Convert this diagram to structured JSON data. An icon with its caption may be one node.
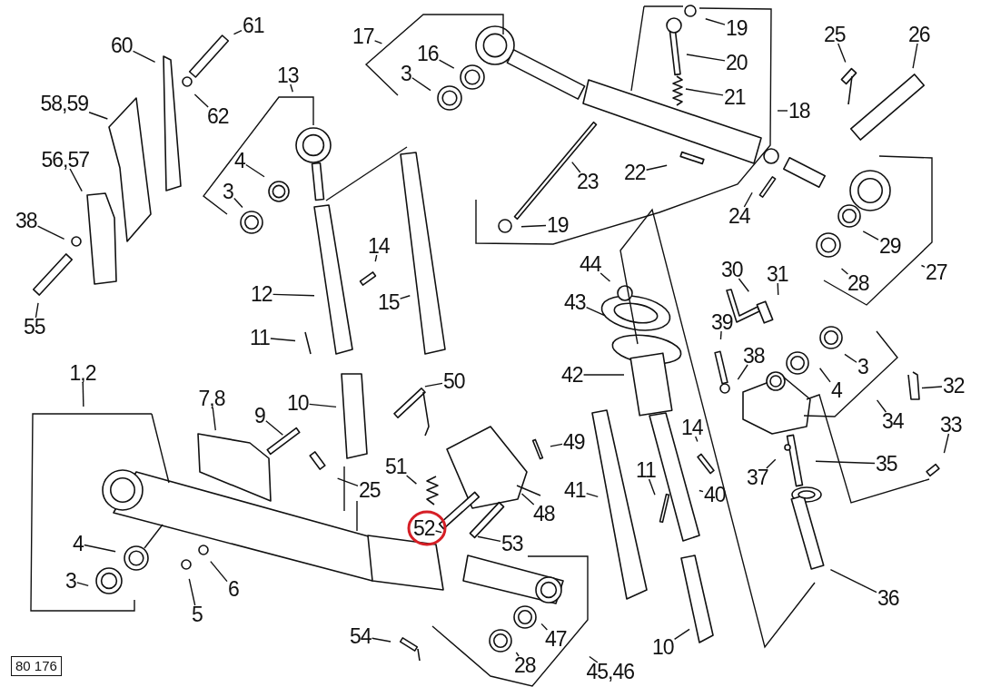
{
  "diagram": {
    "nodes": [
      {
        "text": [
          "61"
        ]
      },
      {
        "text": [
          "19"
        ]
      },
      {
        "text": [
          "25"
        ]
      },
      {
        "text": [
          "26"
        ]
      },
      {
        "text": [
          "17"
        ]
      },
      {
        "text": [
          "60"
        ]
      },
      {
        "text": [
          "16"
        ]
      },
      {
        "text": [
          "20"
        ]
      },
      {
        "text": [
          "3"
        ]
      },
      {
        "text": [
          "13"
        ]
      },
      {
        "text": [
          "21"
        ]
      },
      {
        "text": [
          "58,59"
        ]
      },
      {
        "text": [
          "18"
        ]
      },
      {
        "text": [
          "62"
        ]
      },
      {
        "text": [
          "56,57"
        ]
      },
      {
        "text": [
          "4"
        ]
      },
      {
        "text": [
          "22"
        ]
      },
      {
        "text": [
          "23"
        ]
      },
      {
        "text": [
          "3"
        ]
      },
      {
        "text": [
          "24"
        ]
      },
      {
        "text": [
          "38"
        ]
      },
      {
        "text": [
          "19"
        ]
      },
      {
        "text": [
          "29"
        ]
      },
      {
        "text": [
          "14"
        ]
      },
      {
        "text": [
          "44"
        ]
      },
      {
        "text": [
          "30"
        ]
      },
      {
        "text": [
          "27"
        ]
      },
      {
        "text": [
          "31"
        ]
      },
      {
        "text": [
          "28"
        ]
      },
      {
        "text": [
          "12"
        ]
      },
      {
        "text": [
          "15"
        ]
      },
      {
        "text": [
          "43"
        ]
      },
      {
        "text": [
          "39"
        ]
      },
      {
        "text": [
          "55"
        ]
      },
      {
        "text": [
          "11"
        ]
      },
      {
        "text": [
          "38"
        ]
      },
      {
        "text": [
          "3"
        ]
      },
      {
        "text": [
          "1,2"
        ]
      },
      {
        "text": [
          "42"
        ]
      },
      {
        "text": [
          "50"
        ]
      },
      {
        "text": [
          "32"
        ]
      },
      {
        "text": [
          "4"
        ]
      },
      {
        "text": [
          "7,8"
        ]
      },
      {
        "text": [
          "10"
        ]
      },
      {
        "text": [
          "9"
        ]
      },
      {
        "text": [
          "34"
        ]
      },
      {
        "text": [
          "33"
        ]
      },
      {
        "text": [
          "14"
        ]
      },
      {
        "text": [
          "49"
        ]
      },
      {
        "text": [
          "35"
        ]
      },
      {
        "text": [
          "51"
        ]
      },
      {
        "text": [
          "11"
        ]
      },
      {
        "text": [
          "37"
        ]
      },
      {
        "text": [
          "25"
        ]
      },
      {
        "text": [
          "41"
        ]
      },
      {
        "text": [
          "40"
        ]
      },
      {
        "text": [
          "48"
        ]
      },
      {
        "text": [
          "52"
        ]
      },
      {
        "text": [
          "53"
        ]
      },
      {
        "text": [
          "4"
        ]
      },
      {
        "text": [
          "3"
        ]
      },
      {
        "text": [
          "6"
        ]
      },
      {
        "text": [
          "36"
        ]
      },
      {
        "text": [
          "5"
        ]
      },
      {
        "text": [
          "54"
        ]
      },
      {
        "text": [
          "47"
        ]
      },
      {
        "text": [
          "10"
        ]
      },
      {
        "text": [
          "28"
        ]
      },
      {
        "text": [
          "45,46"
        ]
      },
      {
        "text": [
          "80 176"
        ]
      }
    ],
    "edges": [
      {
        "from": 0,
        "to": null,
        "arrow": "none"
      },
      {
        "from": 1,
        "to": null,
        "arrow": "none"
      },
      {
        "from": 2,
        "to": null,
        "arrow": "none"
      },
      {
        "from": 3,
        "to": null,
        "arrow": "none"
      },
      {
        "from": 4,
        "to": null,
        "arrow": "none"
      },
      {
        "from": 5,
        "to": null,
        "arrow": "none"
      },
      {
        "from": 6,
        "to": null,
        "arrow": "none"
      },
      {
        "from": 7,
        "to": null,
        "arrow": "none"
      },
      {
        "from": 8,
        "to": null,
        "arrow": "none"
      },
      {
        "from": 9,
        "to": null,
        "arrow": "none"
      },
      {
        "from": 10,
        "to": null,
        "arrow": "none"
      },
      {
        "from": 11,
        "to": null,
        "arrow": "none"
      },
      {
        "from": 12,
        "to": null,
        "arrow": "none"
      },
      {
        "from": 13,
        "to": null,
        "arrow": "none"
      },
      {
        "from": 14,
        "to": null,
        "arrow": "none"
      },
      {
        "from": 15,
        "to": null,
        "arrow": "none"
      },
      {
        "from": 16,
        "to": null,
        "arrow": "none"
      },
      {
        "from": 17,
        "to": null,
        "arrow": "none"
      },
      {
        "from": 18,
        "to": null,
        "arrow": "none"
      },
      {
        "from": 19,
        "to": null,
        "arrow": "none"
      },
      {
        "from": 20,
        "to": null,
        "arrow": "none"
      },
      {
        "from": 21,
        "to": null,
        "arrow": "none"
      },
      {
        "from": 22,
        "to": null,
        "arrow": "none"
      },
      {
        "from": 23,
        "to": null,
        "arrow": "none"
      },
      {
        "from": 24,
        "to": null,
        "arrow": "none"
      },
      {
        "from": 25,
        "to": null,
        "arrow": "none"
      },
      {
        "from": 26,
        "to": null,
        "arrow": "none"
      },
      {
        "from": 27,
        "to": null,
        "arrow": "none"
      },
      {
        "from": 28,
        "to": null,
        "arrow": "none"
      },
      {
        "from": 29,
        "to": null,
        "arrow": "none"
      },
      {
        "from": 30,
        "to": null,
        "arrow": "none"
      },
      {
        "from": 31,
        "to": null,
        "arrow": "none"
      },
      {
        "from": 32,
        "to": null,
        "arrow": "none"
      },
      {
        "from": 33,
        "to": null,
        "arrow": "none"
      },
      {
        "from": 34,
        "to": null,
        "arrow": "none"
      },
      {
        "from": 35,
        "to": null,
        "arrow": "none"
      },
      {
        "from": 36,
        "to": null,
        "arrow": "none"
      },
      {
        "from": 37,
        "to": null,
        "arrow": "none"
      },
      {
        "from": 38,
        "to": null,
        "arrow": "none"
      },
      {
        "from": 39,
        "to": null,
        "arrow": "none"
      },
      {
        "from": 40,
        "to": null,
        "arrow": "none"
      },
      {
        "from": 41,
        "to": null,
        "arrow": "none"
      },
      {
        "from": 42,
        "to": null,
        "arrow": "none"
      },
      {
        "from": 43,
        "to": null,
        "arrow": "none"
      },
      {
        "from": 44,
        "to": null,
        "arrow": "none"
      },
      {
        "from": 45,
        "to": null,
        "arrow": "none"
      },
      {
        "from": 46,
        "to": null,
        "arrow": "none"
      },
      {
        "from": 47,
        "to": null,
        "arrow": "none"
      },
      {
        "from": 48,
        "to": null,
        "arrow": "none"
      },
      {
        "from": 49,
        "to": null,
        "arrow": "none"
      },
      {
        "from": 50,
        "to": null,
        "arrow": "none"
      },
      {
        "from": 51,
        "to": null,
        "arrow": "none"
      },
      {
        "from": 52,
        "to": null,
        "arrow": "none"
      },
      {
        "from": 53,
        "to": null,
        "arrow": "none"
      },
      {
        "from": 54,
        "to": null,
        "arrow": "none"
      },
      {
        "from": 55,
        "to": null,
        "arrow": "none"
      },
      {
        "from": 56,
        "to": null,
        "arrow": "none"
      },
      {
        "from": 57,
        "to": null,
        "arrow": "none"
      },
      {
        "from": 58,
        "to": null,
        "arrow": "none"
      },
      {
        "from": 59,
        "to": null,
        "arrow": "none"
      },
      {
        "from": 60,
        "to": null,
        "arrow": "none"
      },
      {
        "from": 61,
        "to": null,
        "arrow": "none"
      },
      {
        "from": 62,
        "to": null,
        "arrow": "none"
      },
      {
        "from": 63,
        "to": null,
        "arrow": "none"
      },
      {
        "from": 64,
        "to": null,
        "arrow": "none"
      },
      {
        "from": 65,
        "to": null,
        "arrow": "none"
      },
      {
        "from": 66,
        "to": null,
        "arrow": "none"
      },
      {
        "from": 67,
        "to": null,
        "arrow": "none"
      },
      {
        "from": 68,
        "to": null,
        "arrow": "none"
      }
    ]
  }
}
